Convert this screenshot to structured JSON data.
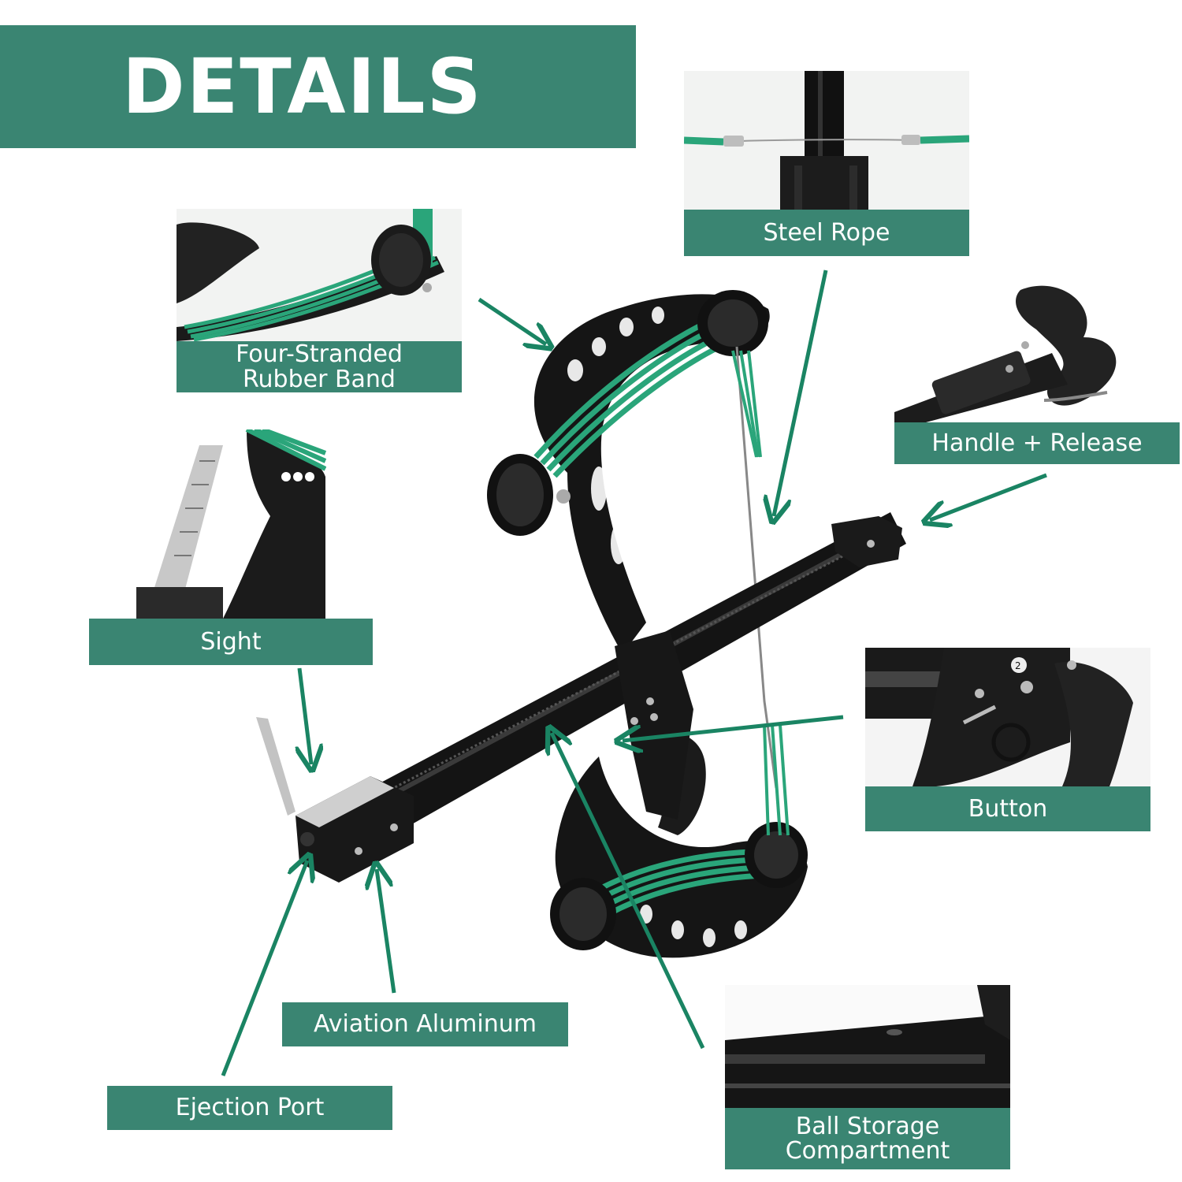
{
  "header": {
    "title": "DETAILS"
  },
  "callouts": {
    "steel_rope": "Steel Rope",
    "rubber_band_line1": "Four-Stranded",
    "rubber_band_line2": "Rubber Band",
    "handle_release": "Handle + Release",
    "sight": "Sight",
    "button": "Button",
    "aviation_aluminum": "Aviation Aluminum",
    "ejection_port": "Ejection Port",
    "ball_storage_line1": "Ball Storage",
    "ball_storage_line2": "Compartment"
  },
  "detail_photos": {
    "button_photo_number": "2"
  },
  "colors": {
    "accent": "#3a8572",
    "rubber_green": "#2aa57a",
    "metal_black": "#1a1a1a"
  }
}
